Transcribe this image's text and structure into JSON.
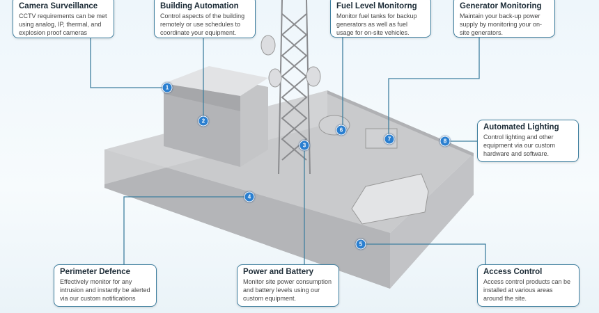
{
  "callouts": [
    {
      "id": 1,
      "title": "Camera Surveillance",
      "text": "CCTV requirements can be met using analog, IP, thermal, and explosion proof cameras"
    },
    {
      "id": 2,
      "title": "Building Automation",
      "text": "Control aspects of the building remotely or use schedules to coordinate your equipment."
    },
    {
      "id": 3,
      "title": "Power and Battery",
      "text": "Monitor site power consumption and battery levels using our custom equipment."
    },
    {
      "id": 4,
      "title": "Perimeter Defence",
      "text": "Effectively monitor for any intrusion and instantly be alerted via our custom notifications"
    },
    {
      "id": 5,
      "title": "Access Control",
      "text": "Access control products can be installed at various areas around the site."
    },
    {
      "id": 6,
      "title": "Fuel Level Monitorng",
      "text": "Monitor fuel tanks for backup generators as well as fuel usage for on-site vehicles."
    },
    {
      "id": 7,
      "title": "Generator Monitoring",
      "text": "Maintain your back-up power supply by monitoring your on-site generators."
    },
    {
      "id": 8,
      "title": "Automated Lighting",
      "text": "Control lighting and other equipment via our custom hardware and software."
    }
  ],
  "colors": {
    "accent": "#2a7fd0",
    "border": "#3f7f9f"
  }
}
